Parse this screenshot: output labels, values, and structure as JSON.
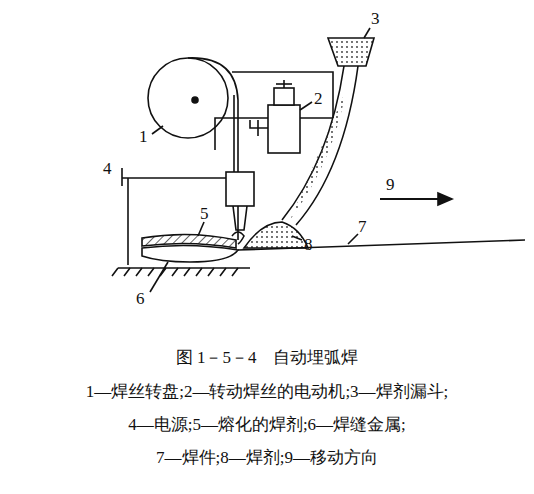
{
  "diagram": {
    "caption": "图 1－5－4　自动埋弧焊",
    "labels": [
      "1",
      "2",
      "3",
      "4",
      "5",
      "6",
      "7",
      "8",
      "9",
      "1—焊丝转盘;2—转动焊丝的电动机;3—焊剂漏斗;",
      "4—电源;5—熔化的焊剂;6—焊缝金属;",
      "7—焊件;8—焊剂;9—移动方向"
    ]
  }
}
